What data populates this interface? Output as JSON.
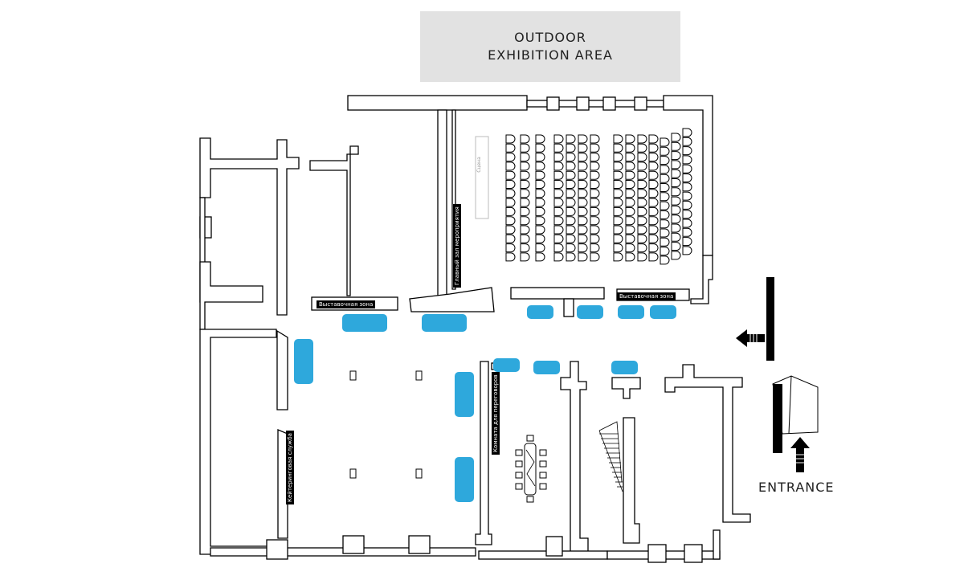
{
  "outdoor_area": {
    "line1": "OUTDOOR",
    "line2": "EXHIBITION  AREA"
  },
  "entrance_label": "ENTRANCE",
  "labels": {
    "exhibition_zone_left": "Выставочная зона",
    "exhibition_zone_right": "Выставочная зона",
    "main_hall": "Главный зал мероприятия",
    "negotiation_room": "Комната для переговоров",
    "catering_service": "Кейтеринговая служба",
    "stage": "Сцена"
  },
  "colors": {
    "booth": "#2ea8dc",
    "outdoor_area": "#e2e2e2",
    "walls": "#000000"
  },
  "icons": {
    "exit_arrow": "arrow-left-icon",
    "entrance_arrow": "arrow-up-icon",
    "entrance_door": "door-icon"
  }
}
